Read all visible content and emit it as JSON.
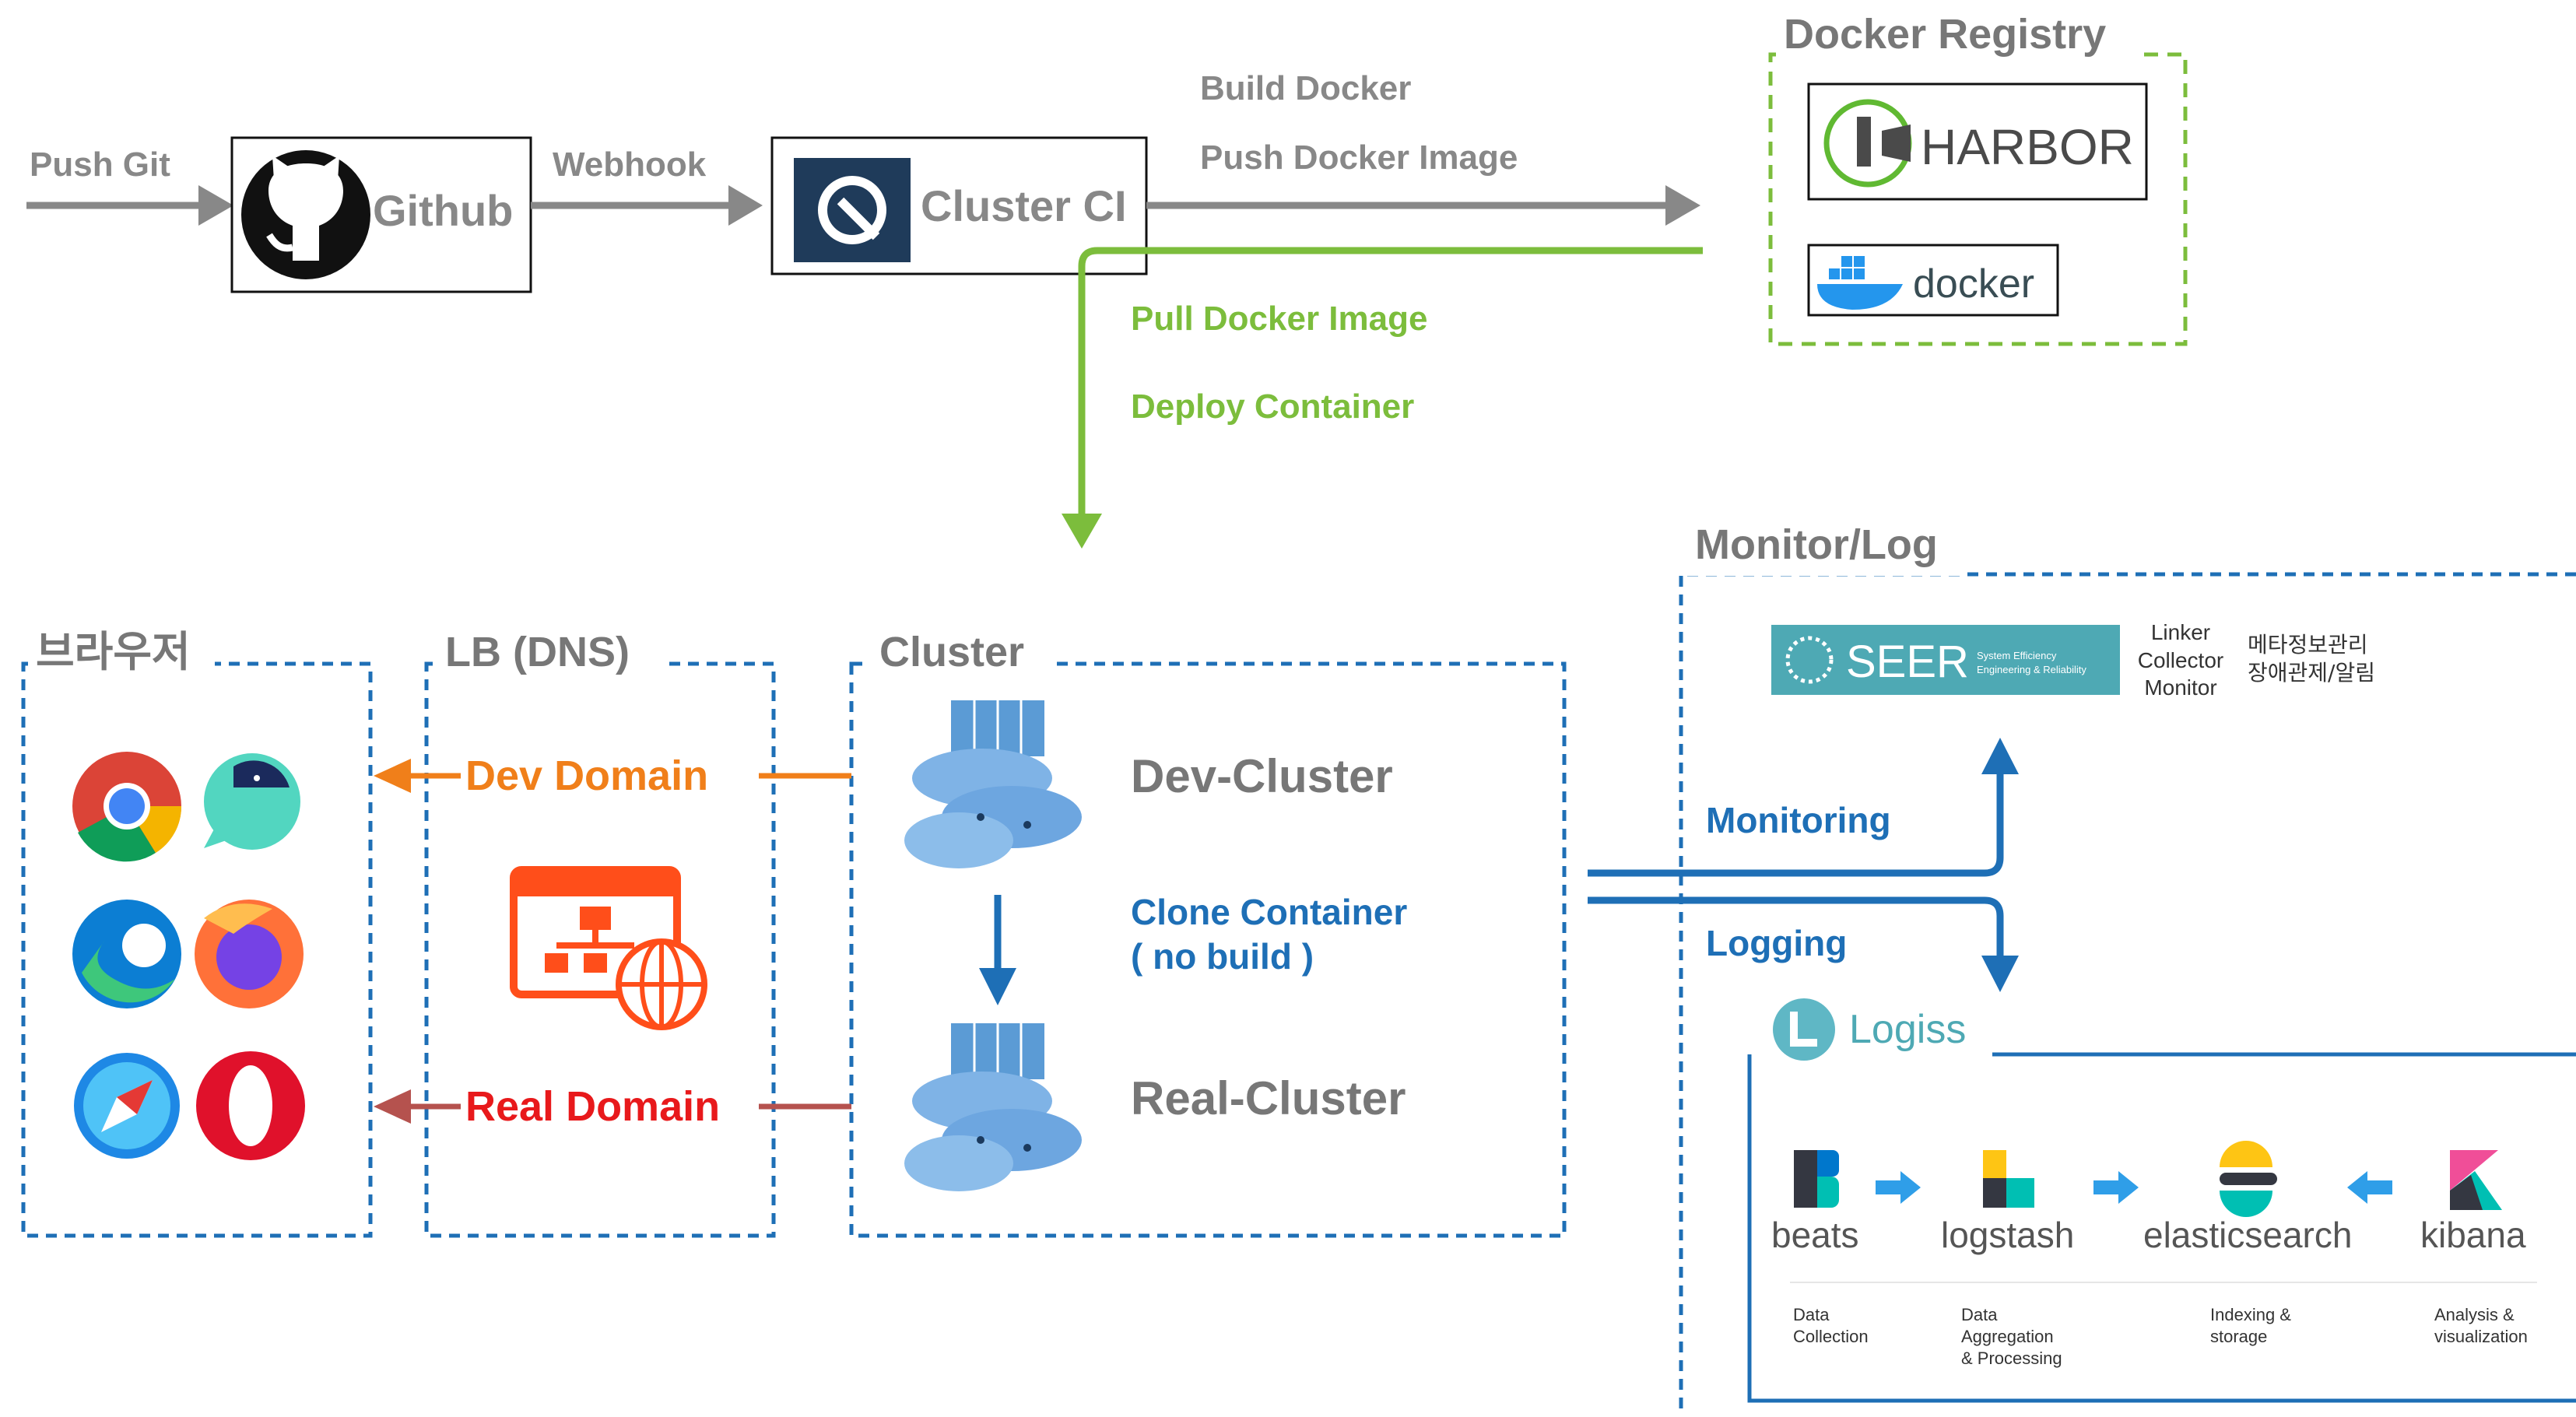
{
  "flow": {
    "push_git": "Push Git",
    "github": "Github",
    "webhook": "Webhook",
    "cluster_ci": "Cluster CI",
    "build_docker": "Build Docker",
    "push_image": "Push Docker Image",
    "pull_image": "Pull Docker Image",
    "deploy_container": "Deploy Container"
  },
  "registry": {
    "title": "Docker Registry",
    "harbor": "HARBOR",
    "docker": "docker"
  },
  "browser": {
    "title": "브라우저"
  },
  "lb": {
    "title": "LB (DNS)",
    "dev_domain": "Dev Domain",
    "real_domain": "Real Domain"
  },
  "cluster": {
    "title": "Cluster",
    "dev": "Dev-Cluster",
    "real": "Real-Cluster",
    "clone_1": "Clone Container",
    "clone_2": "( no build )"
  },
  "monitor": {
    "title": "Monitor/Log",
    "seer": "SEER",
    "seer_tag_1": "System Efficiency",
    "seer_tag_2": "Engineering & Reliability",
    "linker_1": "Linker",
    "linker_2": "Collector",
    "linker_3": "Monitor",
    "kr_1": "메타정보관리",
    "kr_2": "장애관제/알림",
    "monitoring": "Monitoring",
    "logging": "Logging"
  },
  "logiss": {
    "title": "Logiss",
    "beats": "beats",
    "logstash": "logstash",
    "elasticsearch": "elasticsearch",
    "kibana": "kibana",
    "beats_d1": "Data",
    "beats_d2": "Collection",
    "logstash_d1": "Data",
    "logstash_d2": "Aggregation",
    "logstash_d3": "& Processing",
    "es_d1": "Indexing &",
    "es_d2": "storage",
    "kibana_d1": "Analysis &",
    "kibana_d2": "visualization"
  },
  "colors": {
    "gray": "#888888",
    "green": "#7cbd3c",
    "blue": "#1e6fb6",
    "orange": "#f07f1a",
    "red": "#e8191b",
    "brown": "#b5524e",
    "seer": "#4ea9b4"
  }
}
